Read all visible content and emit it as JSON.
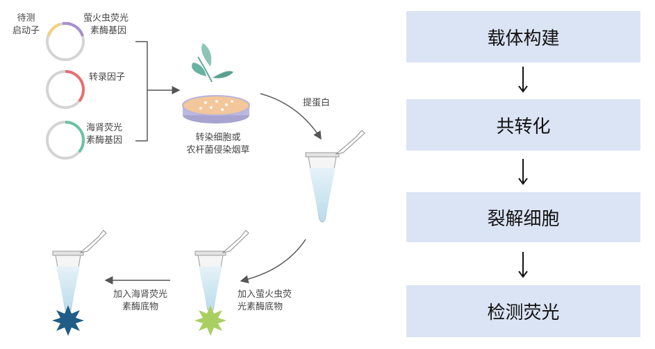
{
  "plasmids": {
    "promoter_label_1": "待测",
    "promoter_label_2": "启动子",
    "firefly_label_1": "萤火虫荧光",
    "firefly_label_2": "素酶基因",
    "tf_label": "转录因子",
    "renilla_label_1": "海肾荧光",
    "renilla_label_2": "素酶基因"
  },
  "transformation": {
    "label_1": "转染细胞或",
    "label_2": "农杆菌侵染烟草"
  },
  "extraction_label": "提蛋白",
  "firefly_substrate": {
    "label_1": "加入萤火虫荧",
    "label_2": "光素酶底物"
  },
  "renilla_substrate": {
    "label_1": "加入海肾荧光",
    "label_2": "素酶底物"
  },
  "flow_steps": [
    "载体构建",
    "共转化",
    "裂解细胞",
    "检测荧光"
  ],
  "colors": {
    "promoter_arc": "#f3d27a",
    "firefly_arc": "#a58fcb",
    "tf_arc": "#e86f6f",
    "renilla_arc": "#6cc1a5",
    "firefly_burst": "#a9cf63",
    "renilla_burst": "#1f5d86",
    "flow_box": "#dbe4f4"
  }
}
